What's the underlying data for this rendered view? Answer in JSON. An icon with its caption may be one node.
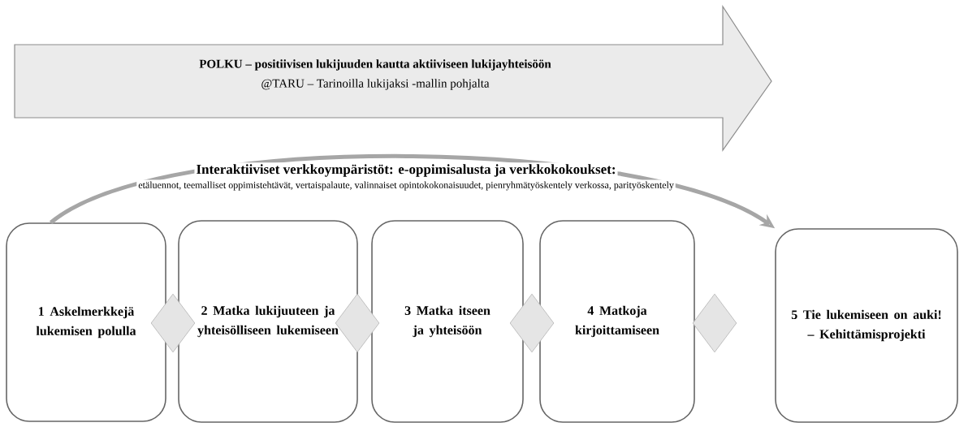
{
  "diagram": {
    "nodes": [
      {
        "text": [
          "POLKU – positiivisen lukijuuden kautta aktiiviseen lukijayhteisöön",
          "@TARU – Tarinoilla lukijaksi -mallin pohjalta"
        ]
      },
      {
        "text": [
          "1 Askelmerkkejä lukemisen polulla"
        ]
      },
      {
        "text": [
          "2 Matka lukijuuteen ja yhteisölliseen lukemiseen"
        ]
      },
      {
        "text": [
          "3 Matka itseen ja yhteisöön"
        ]
      },
      {
        "text": [
          "4 Matkoja kirjoittamiseen"
        ]
      },
      {
        "text": [
          "5 Tie lukemiseen on auki! – Kehittämisprojekti"
        ]
      },
      {
        "text": [],
        "shape": "diamond"
      },
      {
        "text": [],
        "shape": "diamond"
      },
      {
        "text": [],
        "shape": "diamond"
      },
      {
        "text": [],
        "shape": "diamond"
      }
    ],
    "edges": [
      {
        "from": 1,
        "to": 5,
        "arrow": "to"
      }
    ],
    "labels": [
      "Interaktiiviset verkkoympäristöt: e-oppimisalusta ja verkkokokoukset:",
      "etäluennot, teemalliset oppimistehtävät, vertaispalaute, valinnaiset opintokokonaisuudet, pienryhmätyöskentely verkossa, parityöskentely"
    ]
  }
}
